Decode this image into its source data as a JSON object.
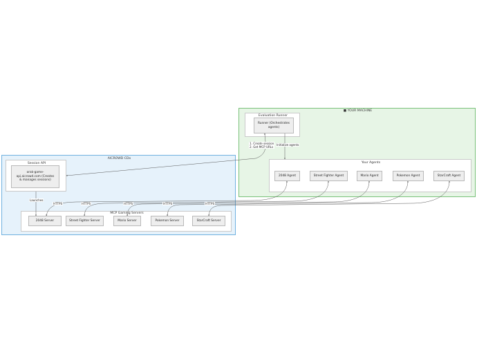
{
  "aircrowd": {
    "title": "AICROWD CDx",
    "session_api": {
      "title": "Session API",
      "node": "orak-game-api.aicrowd.com (Creates & manages sessions)"
    },
    "servers_group": {
      "title": "MCP Gaming Servers",
      "servers": [
        "2048 Server",
        "Street Fighter Server",
        "Mario Server",
        "Pokemon Server",
        "StarCraft Server"
      ]
    }
  },
  "machine": {
    "title": "YOUR MACHINE",
    "runner_group": {
      "title": "Evaluation Runner",
      "node": "Runner (Orchestrates agents)"
    },
    "agents_group": {
      "title": "Your Agents",
      "agents": [
        "2048 Agent",
        "Street Fighter Agent",
        "Mario Agent",
        "Pokemon Agent",
        "StarCraft Agent"
      ]
    }
  },
  "edges": {
    "launches": "Launches",
    "create_session": [
      "1. Create session",
      "2. Get MCP URLs"
    ],
    "initialize_agents": "Initialize agents",
    "https": "HTTPS"
  },
  "colors": {
    "blue_fill": "#e6f2fb",
    "blue_border": "#6fb1df",
    "green_fill": "#e7f5e6",
    "green_border": "#79c179"
  }
}
